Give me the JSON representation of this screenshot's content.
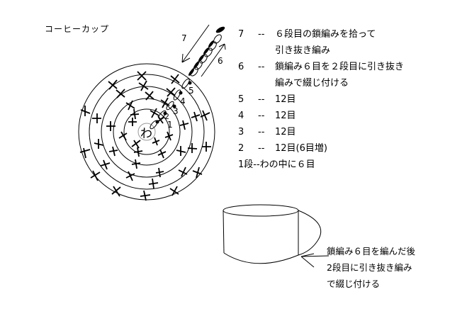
{
  "title": "コーヒーカップ",
  "chart_labels": {
    "center": "わ",
    "round_markers": [
      "1",
      "2",
      "3",
      "4",
      "5"
    ],
    "arrow_labels": {
      "round7": "7",
      "round6": "6"
    }
  },
  "legend": {
    "rows": [
      {
        "num": "7",
        "dash": "--",
        "text": "６段目の鎖編みを拾って",
        "cont": "引き抜き編み"
      },
      {
        "num": "6",
        "dash": "--",
        "text": "鎖編み６目を２段目に引き抜き",
        "cont": "編みで綴じ付ける"
      },
      {
        "num": "5",
        "dash": "--",
        "text": "12目"
      },
      {
        "num": "4",
        "dash": "--",
        "text": "12目"
      },
      {
        "num": "3",
        "dash": "--",
        "text": "12目"
      },
      {
        "num": "2",
        "dash": "--",
        "text": "12目(6目増)"
      },
      {
        "full": "1段--わの中に６目"
      }
    ]
  },
  "note": {
    "lines": [
      "鎖編み６目を編んだ後",
      "2段目に引き抜き編み",
      "で綴じ付ける"
    ]
  }
}
